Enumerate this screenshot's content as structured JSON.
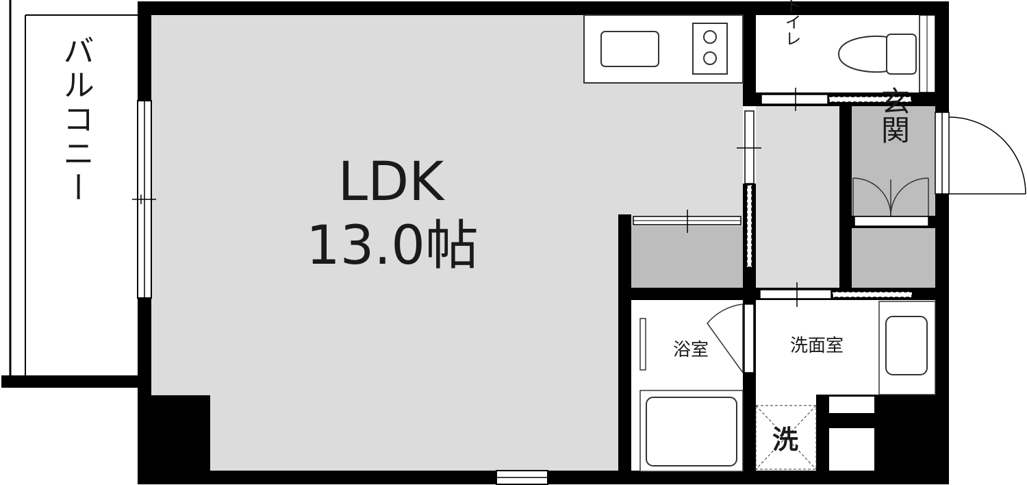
{
  "rooms": {
    "balcony": "バルコニー",
    "ldk": "LDK",
    "ldk_size": "13.0帖",
    "toilet": "トイレ",
    "entrance": "玄関",
    "bathroom": "浴室",
    "washroom": "洗面室",
    "washer": "洗"
  },
  "colors": {
    "wall": "#000000",
    "floor": "#dcdcdc",
    "storage": "#bdbdbd",
    "fixture": "#ffffff",
    "outline": "#333333"
  }
}
